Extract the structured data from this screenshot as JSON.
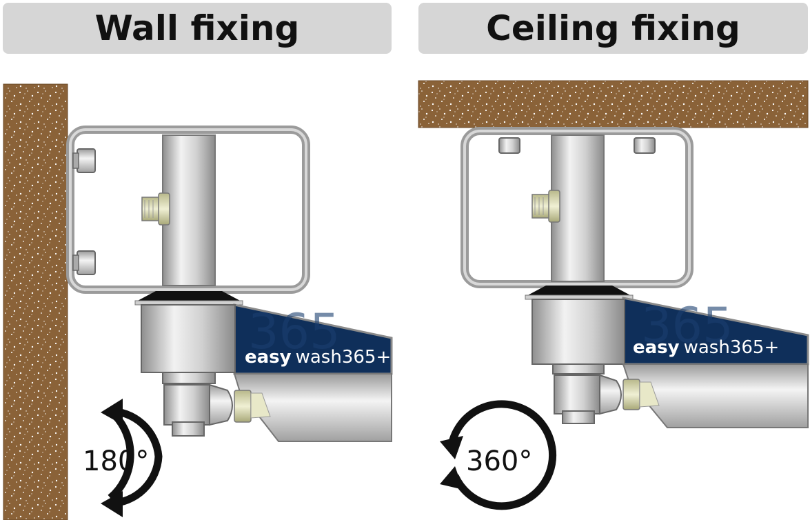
{
  "panels": {
    "wall": {
      "title": "Wall fixing",
      "rotation": "180°"
    },
    "ceiling": {
      "title": "Ceiling fixing",
      "rotation": "360°"
    }
  },
  "brand": {
    "prefix": "easy",
    "suffix": "wash365+"
  },
  "colors": {
    "header_bg": "#d6d6d6",
    "surface": "#8a6238",
    "arm_blue": "#0f2f5a",
    "steel": "#c8c8c8",
    "fitting": "#dcdcb4"
  }
}
